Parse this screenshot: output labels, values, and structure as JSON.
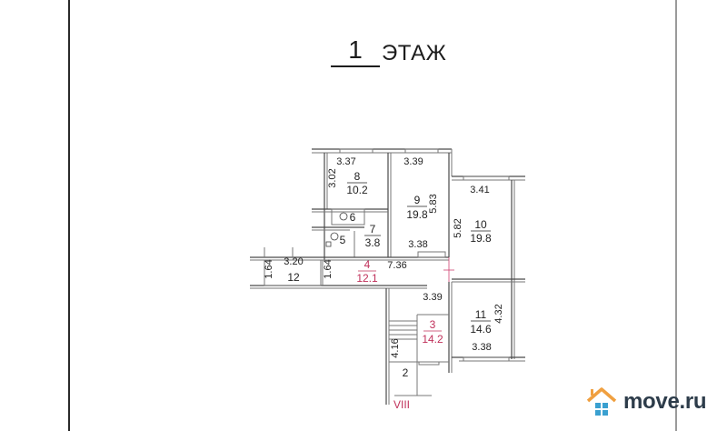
{
  "header": {
    "floor_number": "1",
    "floor_word": "ЭТАЖ"
  },
  "rooms": [
    {
      "id": "8",
      "area": "10.2",
      "dims": [
        "3.37",
        "3.02"
      ]
    },
    {
      "id": "9",
      "area": "19.8",
      "dims": [
        "3.39",
        "5.83",
        "3.38"
      ]
    },
    {
      "id": "10",
      "area": "19.8",
      "dims": [
        "3.41",
        "5.82"
      ]
    },
    {
      "id": "7",
      "area": "3.8"
    },
    {
      "id": "6"
    },
    {
      "id": "5"
    },
    {
      "id": "4",
      "area": "12.1",
      "dims": [
        "7.36",
        "1.64"
      ]
    },
    {
      "id": "12",
      "dims": [
        "3.20",
        "1.64"
      ]
    },
    {
      "id": "11",
      "area": "14.6",
      "dims": [
        "3.39",
        "4.32",
        "3.38"
      ]
    },
    {
      "id": "3",
      "area": "14.2",
      "dims": [
        "4.16"
      ]
    },
    {
      "id": "2"
    }
  ],
  "section_label": "VIII",
  "colors": {
    "red_label": "#c0305a",
    "logo_orange": "#f0a040",
    "logo_blue": "#3aa0d0",
    "logo_text": "#2d3c4a"
  },
  "logo": {
    "text": "move.ru",
    "icon": "house-icon"
  }
}
